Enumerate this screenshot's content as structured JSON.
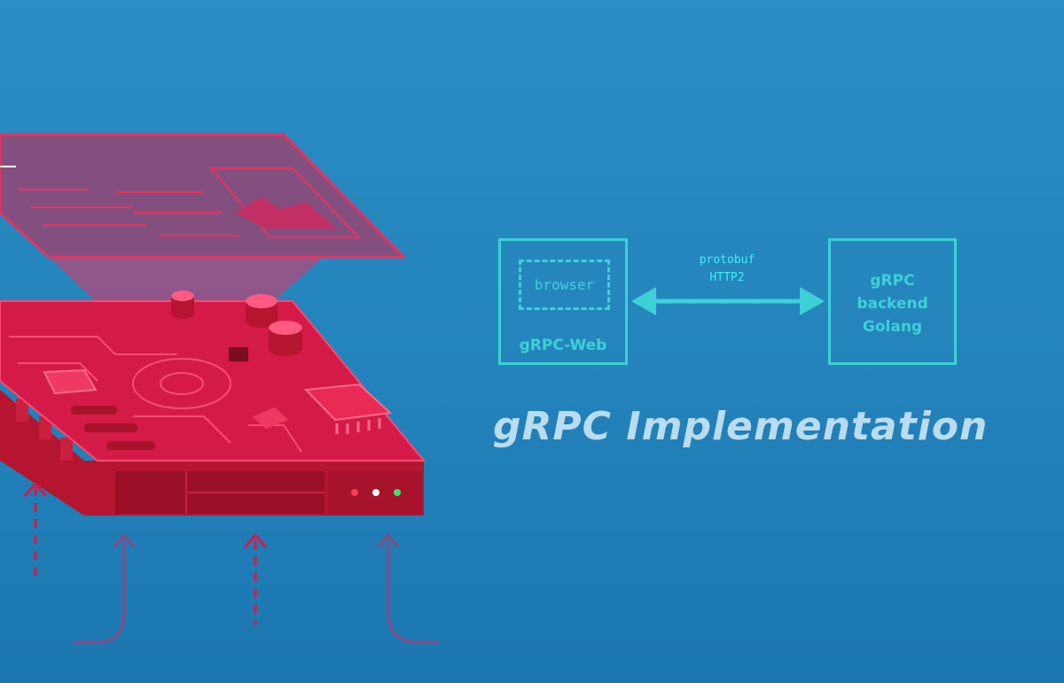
{
  "diagram": {
    "client": {
      "inner_label": "browser",
      "label": "gRPC-Web"
    },
    "connection": {
      "line1": "protobuf",
      "line2": "HTTP2"
    },
    "server": {
      "line1": "gRPC",
      "line2": "backend",
      "line3": "Golang"
    }
  },
  "title": "gRPC Implementation",
  "colors": {
    "accent": "#3dd1d6",
    "device": "#d41b47",
    "background": "#2585bd",
    "title": "#b9dcef"
  }
}
